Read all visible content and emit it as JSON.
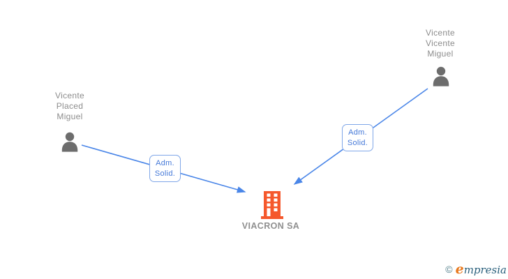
{
  "diagram": {
    "type": "company-relations-graph",
    "nodes": {
      "person_left": {
        "kind": "person",
        "name": "Vicente Placed Miguel",
        "name_lines": [
          "Vicente",
          "Placed",
          "Miguel"
        ]
      },
      "person_right": {
        "kind": "person",
        "name": "Vicente Vicente Miguel",
        "name_lines": [
          "Vicente",
          "Vicente",
          "Miguel"
        ]
      },
      "company": {
        "kind": "company",
        "label": "VIACRON SA"
      }
    },
    "edges": [
      {
        "from": "Vicente Placed Miguel",
        "to": "VIACRON SA",
        "label": "Adm. Solid.",
        "label_lines": [
          "Adm.",
          "Solid."
        ]
      },
      {
        "from": "Vicente Vicente Miguel",
        "to": "VIACRON SA",
        "label": "Adm. Solid.",
        "label_lines": [
          "Adm.",
          "Solid."
        ]
      }
    ]
  },
  "footer": {
    "copyright_symbol": "©",
    "brand": "Empresia",
    "brand_initial": "e",
    "brand_rest": "mpresia"
  },
  "colors": {
    "edge_color": "#4a86e8",
    "label_border_color": "#7fa6e8",
    "label_text_color": "#4478d8",
    "person_icon_color": "#6d6d6d",
    "person_text_color": "#8c8c8c",
    "company_icon_color": "#f5582c",
    "company_text_color": "#8f8f8f",
    "logo_copy_color": "#54808c",
    "logo_initial_color": "#e8791e",
    "logo_rest_color": "#2a607c"
  }
}
